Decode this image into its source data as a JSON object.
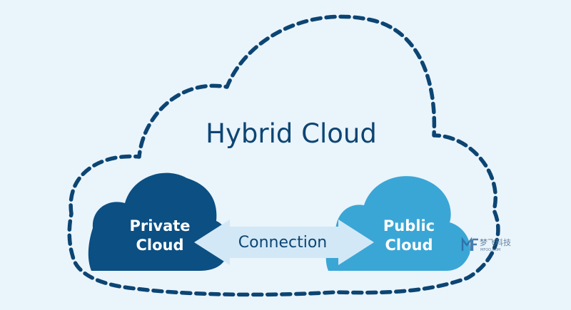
{
  "title": "Hybrid Cloud",
  "private_cloud": {
    "line1": "Private",
    "line2": "Cloud"
  },
  "public_cloud": {
    "line1": "Public",
    "line2": "Cloud"
  },
  "connection_label": "Connection",
  "watermark": {
    "cn": "梦飞科技",
    "en": "MFOO.COM"
  },
  "colors": {
    "background": "#eaf4fb",
    "outline": "#0c4573",
    "private_cloud": "#0b4f83",
    "public_cloud": "#3aa6d6",
    "arrow": "#d3e8f6",
    "title_text": "#0c4573"
  }
}
